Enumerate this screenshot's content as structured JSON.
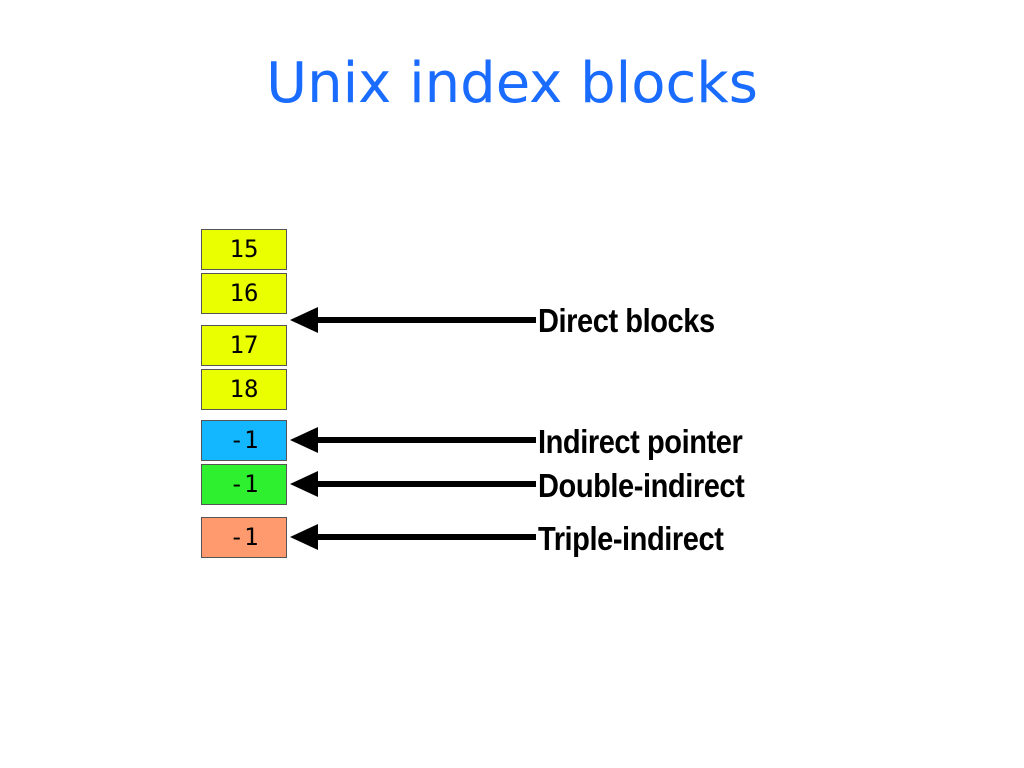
{
  "title": "Unix index blocks",
  "blocks": [
    {
      "value": "15",
      "role": "direct",
      "color": "#eaff00"
    },
    {
      "value": "16",
      "role": "direct",
      "color": "#eaff00"
    },
    {
      "value": "17",
      "role": "direct",
      "color": "#eaff00"
    },
    {
      "value": "18",
      "role": "direct",
      "color": "#eaff00"
    },
    {
      "value": "-1",
      "role": "indirect",
      "color": "#12b7ff"
    },
    {
      "value": "-1",
      "role": "double-indirect",
      "color": "#2ef02e"
    },
    {
      "value": "-1",
      "role": "triple-indirect",
      "color": "#ff9a6e"
    }
  ],
  "pointers": [
    {
      "label": "Direct blocks"
    },
    {
      "label": "Indirect pointer"
    },
    {
      "label": "Double-indirect"
    },
    {
      "label": "Triple-indirect"
    }
  ]
}
